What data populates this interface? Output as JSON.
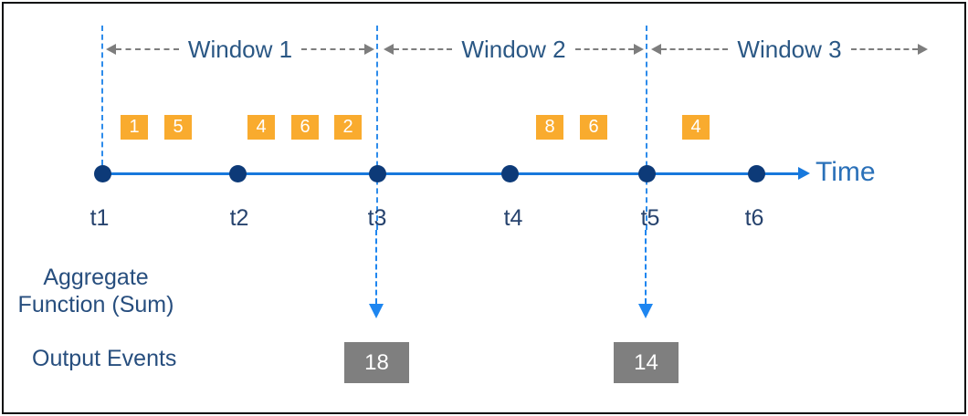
{
  "windows": [
    {
      "label": "Window 1"
    },
    {
      "label": "Window 2"
    },
    {
      "label": "Window 3"
    }
  ],
  "timeline": {
    "axis_label": "Time",
    "ticks": [
      {
        "label": "t1"
      },
      {
        "label": "t2"
      },
      {
        "label": "t3"
      },
      {
        "label": "t4"
      },
      {
        "label": "t5"
      },
      {
        "label": "t6"
      }
    ]
  },
  "events": [
    {
      "value": "1",
      "window": "Window 1"
    },
    {
      "value": "5",
      "window": "Window 1"
    },
    {
      "value": "4",
      "window": "Window 1"
    },
    {
      "value": "6",
      "window": "Window 1"
    },
    {
      "value": "2",
      "window": "Window 1"
    },
    {
      "value": "8",
      "window": "Window 2"
    },
    {
      "value": "6",
      "window": "Window 2"
    },
    {
      "value": "4",
      "window": "Window 3"
    }
  ],
  "labels": {
    "aggregate_line1": "Aggregate",
    "aggregate_line2": "Function (Sum)",
    "output_events": "Output Events"
  },
  "outputs": [
    {
      "value": "18",
      "at_tick": "t3"
    },
    {
      "value": "14",
      "at_tick": "t5"
    }
  ],
  "colors": {
    "event_orange": "#F9AB2E",
    "output_gray": "#7F7F7F",
    "timeline_blue": "#1778DC",
    "dashed_blue": "#2E8CEB",
    "arrow_blue": "#1E86F0",
    "dot_navy": "#0D3A78",
    "text_blue": "#2A5784",
    "arrow_gray": "#7D7D7D"
  }
}
